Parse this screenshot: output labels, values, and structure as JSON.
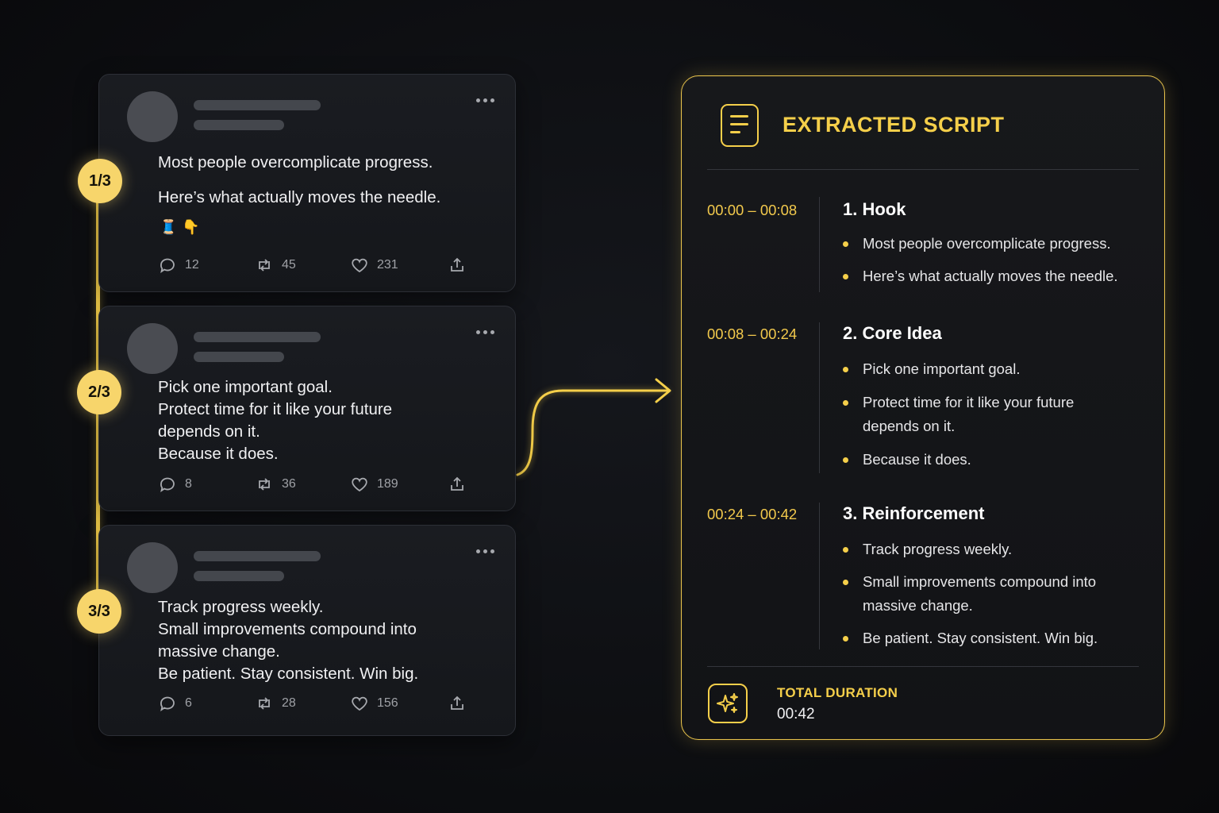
{
  "colors": {
    "accent": "#f5cf4a",
    "background": "#0c0d10",
    "card": "#17191d",
    "muted": "#9fa1a6"
  },
  "thread": [
    {
      "step": "1/3",
      "text": "Most people overcomplicate progress.\n\nHere’s what actually moves the needle.",
      "emojis": [
        "🧵",
        "👇"
      ],
      "replies": "12",
      "retweets": "45",
      "likes": "231"
    },
    {
      "step": "2/3",
      "text": "Pick one important goal.\nProtect time for it like your future\ndepends on it.\nBecause it does.",
      "emojis": [],
      "replies": "8",
      "retweets": "36",
      "likes": "189"
    },
    {
      "step": "3/3",
      "text": "Track progress weekly.\nSmall improvements compound into\nmassive change.\nBe patient. Stay consistent. Win big.",
      "emojis": [],
      "replies": "6",
      "retweets": "28",
      "likes": "156"
    }
  ],
  "icons": {
    "reply": "reply-icon",
    "retweet": "retweet-icon",
    "like": "heart-icon",
    "share": "share-icon",
    "more": "more-icon",
    "document": "document-icon",
    "sparkle": "sparkle-icon"
  },
  "script": {
    "title": "EXTRACTED SCRIPT",
    "sections": [
      {
        "time": "00:00 – 00:08",
        "title": "1. Hook",
        "bullets": [
          "Most people overcomplicate progress.",
          "Here’s what actually moves the needle."
        ]
      },
      {
        "time": "00:08 – 00:24",
        "title": "2. Core Idea",
        "bullets": [
          "Pick one important goal.",
          "Protect time for it like your future depends on it.",
          "Because it does."
        ]
      },
      {
        "time": "00:24 – 00:42",
        "title": "3. Reinforcement",
        "bullets": [
          "Track progress weekly.",
          "Small improvements compound into massive change.",
          "Be patient. Stay consistent. Win big."
        ]
      }
    ],
    "total_label": "TOTAL DURATION",
    "total_value": "00:42"
  }
}
